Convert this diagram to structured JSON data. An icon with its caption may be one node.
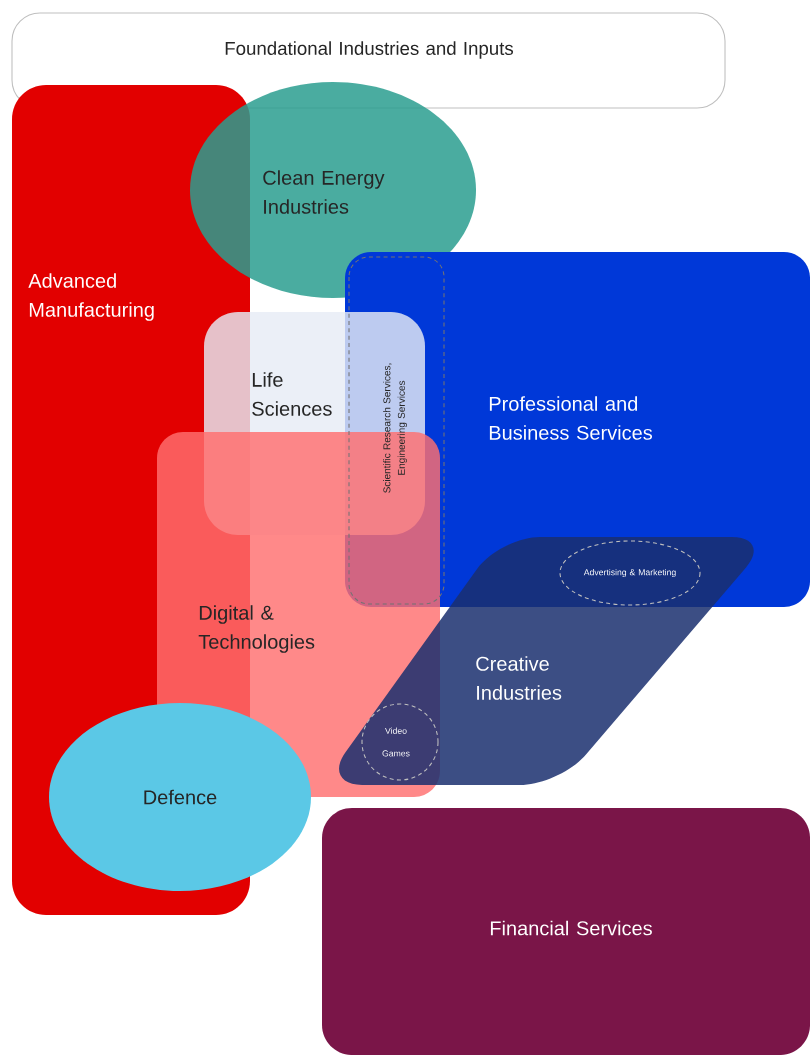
{
  "diagram": {
    "nodes": [
      {
        "text": [
          "Foundational Industries and Inputs"
        ]
      },
      {
        "text": [
          "Advanced Manufacturing"
        ]
      },
      {
        "text": [
          "Clean Energy Industries"
        ]
      },
      {
        "text": [
          "Professional and Business Services"
        ]
      },
      {
        "text": [
          "Scientific Research Services, Engineering Services"
        ],
        "in": 3
      },
      {
        "text": [
          "Life Sciences"
        ]
      },
      {
        "text": [
          "Digital & Technologies"
        ]
      },
      {
        "text": [
          "Creative Industries"
        ]
      },
      {
        "text": [
          "Advertising & Marketing"
        ]
      },
      {
        "text": [
          "Video Games"
        ]
      },
      {
        "text": [
          "Defence"
        ]
      },
      {
        "text": [
          "Financial Services"
        ]
      }
    ]
  }
}
